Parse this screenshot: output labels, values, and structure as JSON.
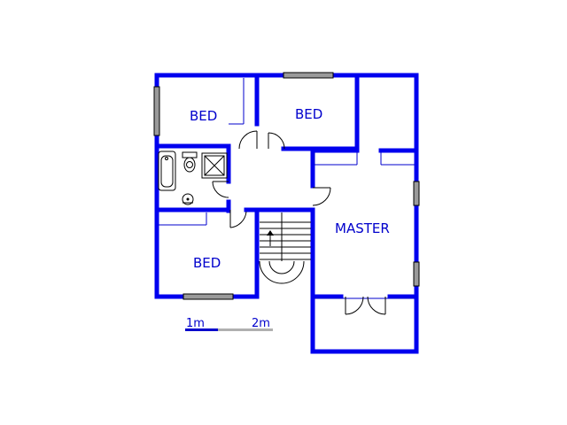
{
  "rooms": {
    "bed_top_left": "BED",
    "bed_top_right": "BED",
    "bed_bottom_left": "BED",
    "master": "MASTER"
  },
  "scale": {
    "mark_1": "1m",
    "mark_2": "2m"
  },
  "colors": {
    "wall": "#0000ee",
    "text": "#0000cc",
    "scale_dark": "#0000cc",
    "scale_light": "#b0b0b0"
  }
}
